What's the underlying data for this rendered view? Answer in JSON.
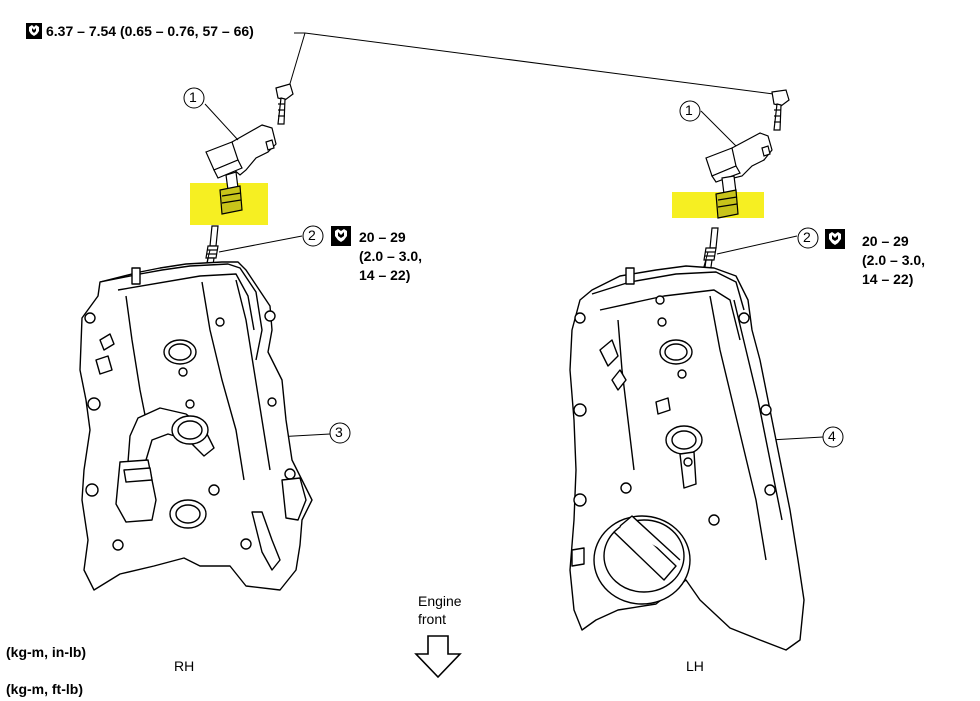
{
  "torque_top": "6.37 – 7.54 (0.65 – 0.76, 57 – 66)",
  "torque_plug_rh": [
    "20 – 29",
    "(2.0 – 3.0,",
    "14 – 22)"
  ],
  "torque_plug_lh": [
    "20 – 29",
    "(2.0 – 3.0,",
    "14 – 22)"
  ],
  "callouts": [
    "1",
    "2",
    "3",
    "1",
    "2",
    "4"
  ],
  "engine_front": [
    "Engine",
    "front"
  ],
  "side_labels": {
    "rh": "RH",
    "lh": "LH"
  },
  "units": {
    "kgm_inlb": "(kg-m, in-lb)",
    "kgm_ftlb": "(kg-m, ft-lb)"
  },
  "icons": {
    "torque_small": "wrench-torque-icon",
    "torque_large": "wrench-torque-icon",
    "direction": "down-arrow-icon"
  },
  "colors": {
    "highlight": "#f6ef22",
    "line": "#000000"
  }
}
